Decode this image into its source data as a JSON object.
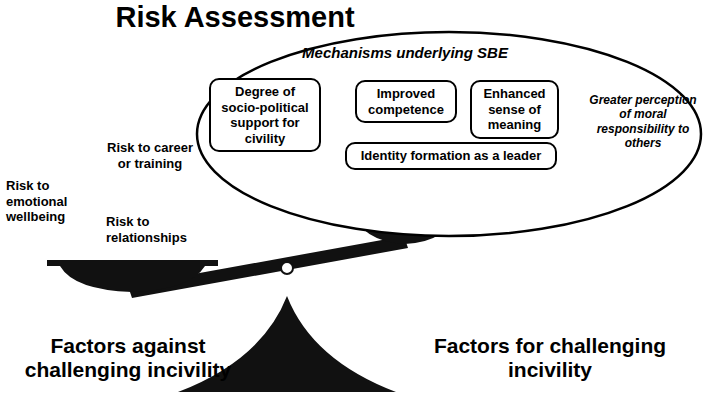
{
  "diagram": {
    "title": "Risk Assessment",
    "nodes": [
      {
        "text": [
          "Mechanisms underlying SBE"
        ]
      },
      {
        "text": [
          "Degree of socio-political support for civility"
        ],
        "in": 0
      },
      {
        "text": [
          "Improved competence"
        ],
        "in": 0
      },
      {
        "text": [
          "Enhanced sense of meaning"
        ],
        "in": 0
      },
      {
        "text": [
          "Identity formation as a leader"
        ],
        "in": 0
      }
    ],
    "labels": [
      "Greater perception of moral responsibility to others",
      "Risk to career or training",
      "Risk to emotional wellbeing",
      "Risk to relationships",
      "Factors against challenging incivility",
      "Factors for challenging incivility"
    ]
  }
}
